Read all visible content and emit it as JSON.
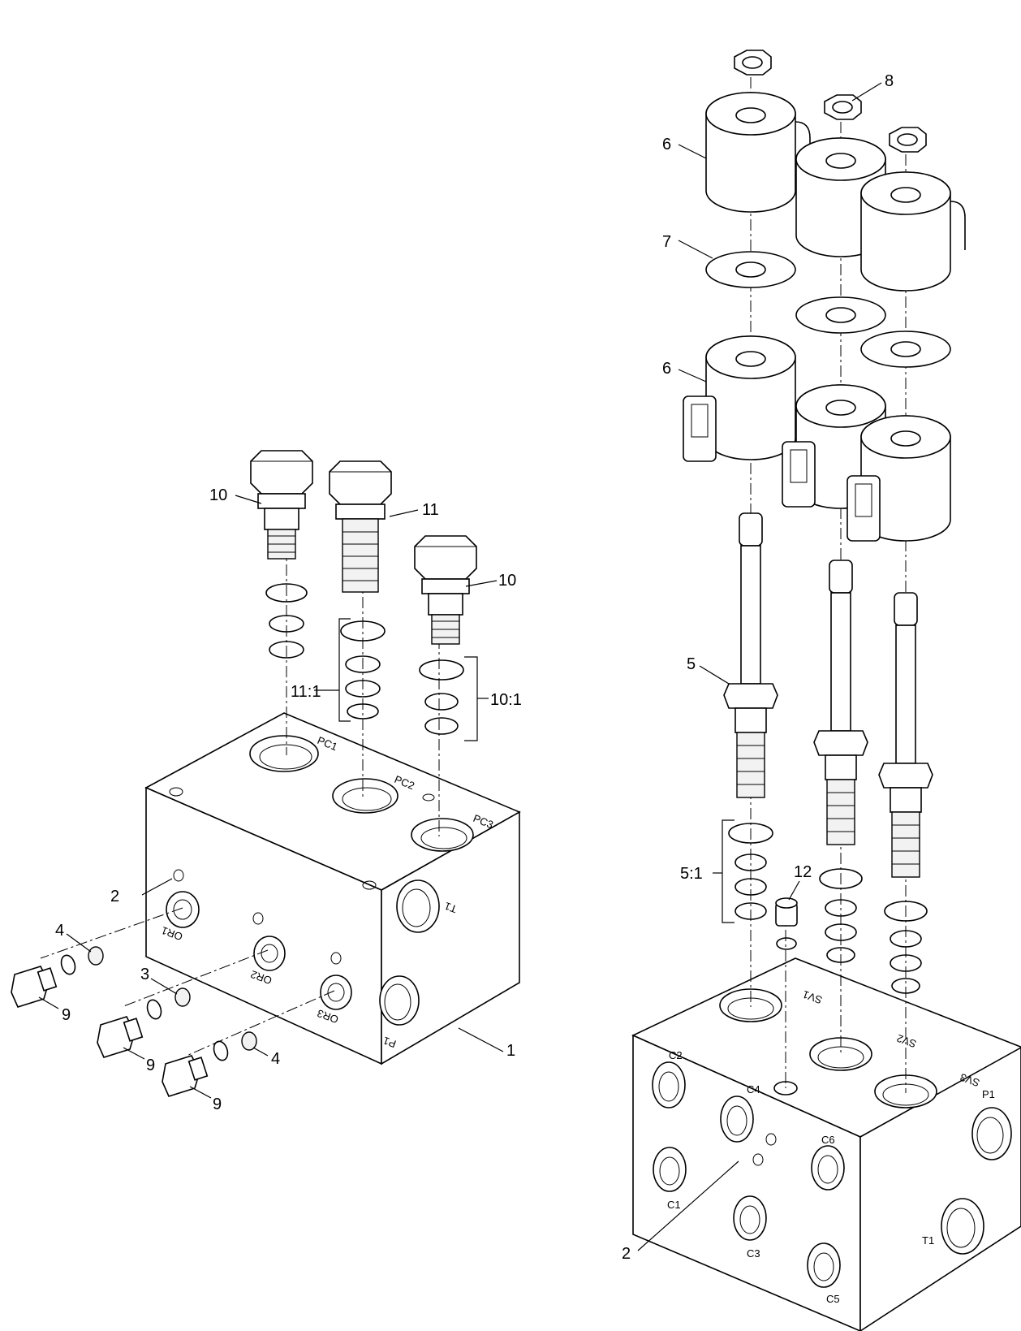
{
  "callouts": {
    "c1": "1",
    "c2a": "2",
    "c2b": "2",
    "c3": "3",
    "c4a": "4",
    "c4b": "4",
    "c5": "5",
    "c5_1": "5:1",
    "c6a": "6",
    "c6b": "6",
    "c7": "7",
    "c8": "8",
    "c9a": "9",
    "c9b": "9",
    "c9c": "9",
    "c10a": "10",
    "c10b": "10",
    "c10_1": "10:1",
    "c11": "11",
    "c11_1": "11:1",
    "c12": "12"
  },
  "left_block_ports": {
    "pc1": "PC1",
    "pc2": "PC2",
    "pc3": "PC3",
    "t1": "T1",
    "p1": "P1",
    "or1": "OR1",
    "or2": "OR2",
    "or3": "OR3"
  },
  "right_block_ports": {
    "sv1": "SV1",
    "sv2": "SV2",
    "sv3": "SV3",
    "c1": "C1",
    "c2": "C2",
    "c3": "C3",
    "c4": "C4",
    "c5": "C5",
    "c6": "C6",
    "p1": "P1",
    "t1": "T1"
  }
}
